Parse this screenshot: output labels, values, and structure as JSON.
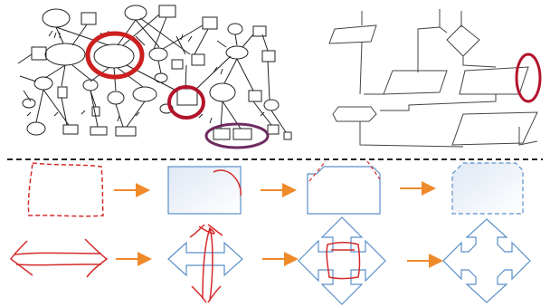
{
  "figure": {
    "top_left_panel": {
      "kind": "hand-drawn-graph-sketch",
      "highlight_colors": [
        "#cc1f1f",
        "#b3132c",
        "#6e2b5e"
      ]
    },
    "top_right_panel": {
      "kind": "hand-drawn-flowchart-sketch",
      "highlight_color": "#b3132c"
    },
    "divider": {
      "style": "dashed",
      "color": "#222222"
    },
    "rectangle_row": {
      "steps": [
        "dashed-red-sketch",
        "blue-rectangle-with-red-stroke",
        "rectangle-with-red-corner-cuts",
        "dashed-blue-cut-corner-rectangle"
      ]
    },
    "arrow_row": {
      "steps": [
        "red-double-arrow-sketch",
        "blue-double-arrow-with-red-stroke",
        "blue-four-way-arrow-with-red-square",
        "blue-octagonal-four-way-arrow"
      ]
    },
    "colors": {
      "sketch_red": "#d42a2a",
      "shape_blue": "#5b8fc8",
      "step_arrow": "#ef8a2a",
      "ink": "#333333"
    }
  }
}
